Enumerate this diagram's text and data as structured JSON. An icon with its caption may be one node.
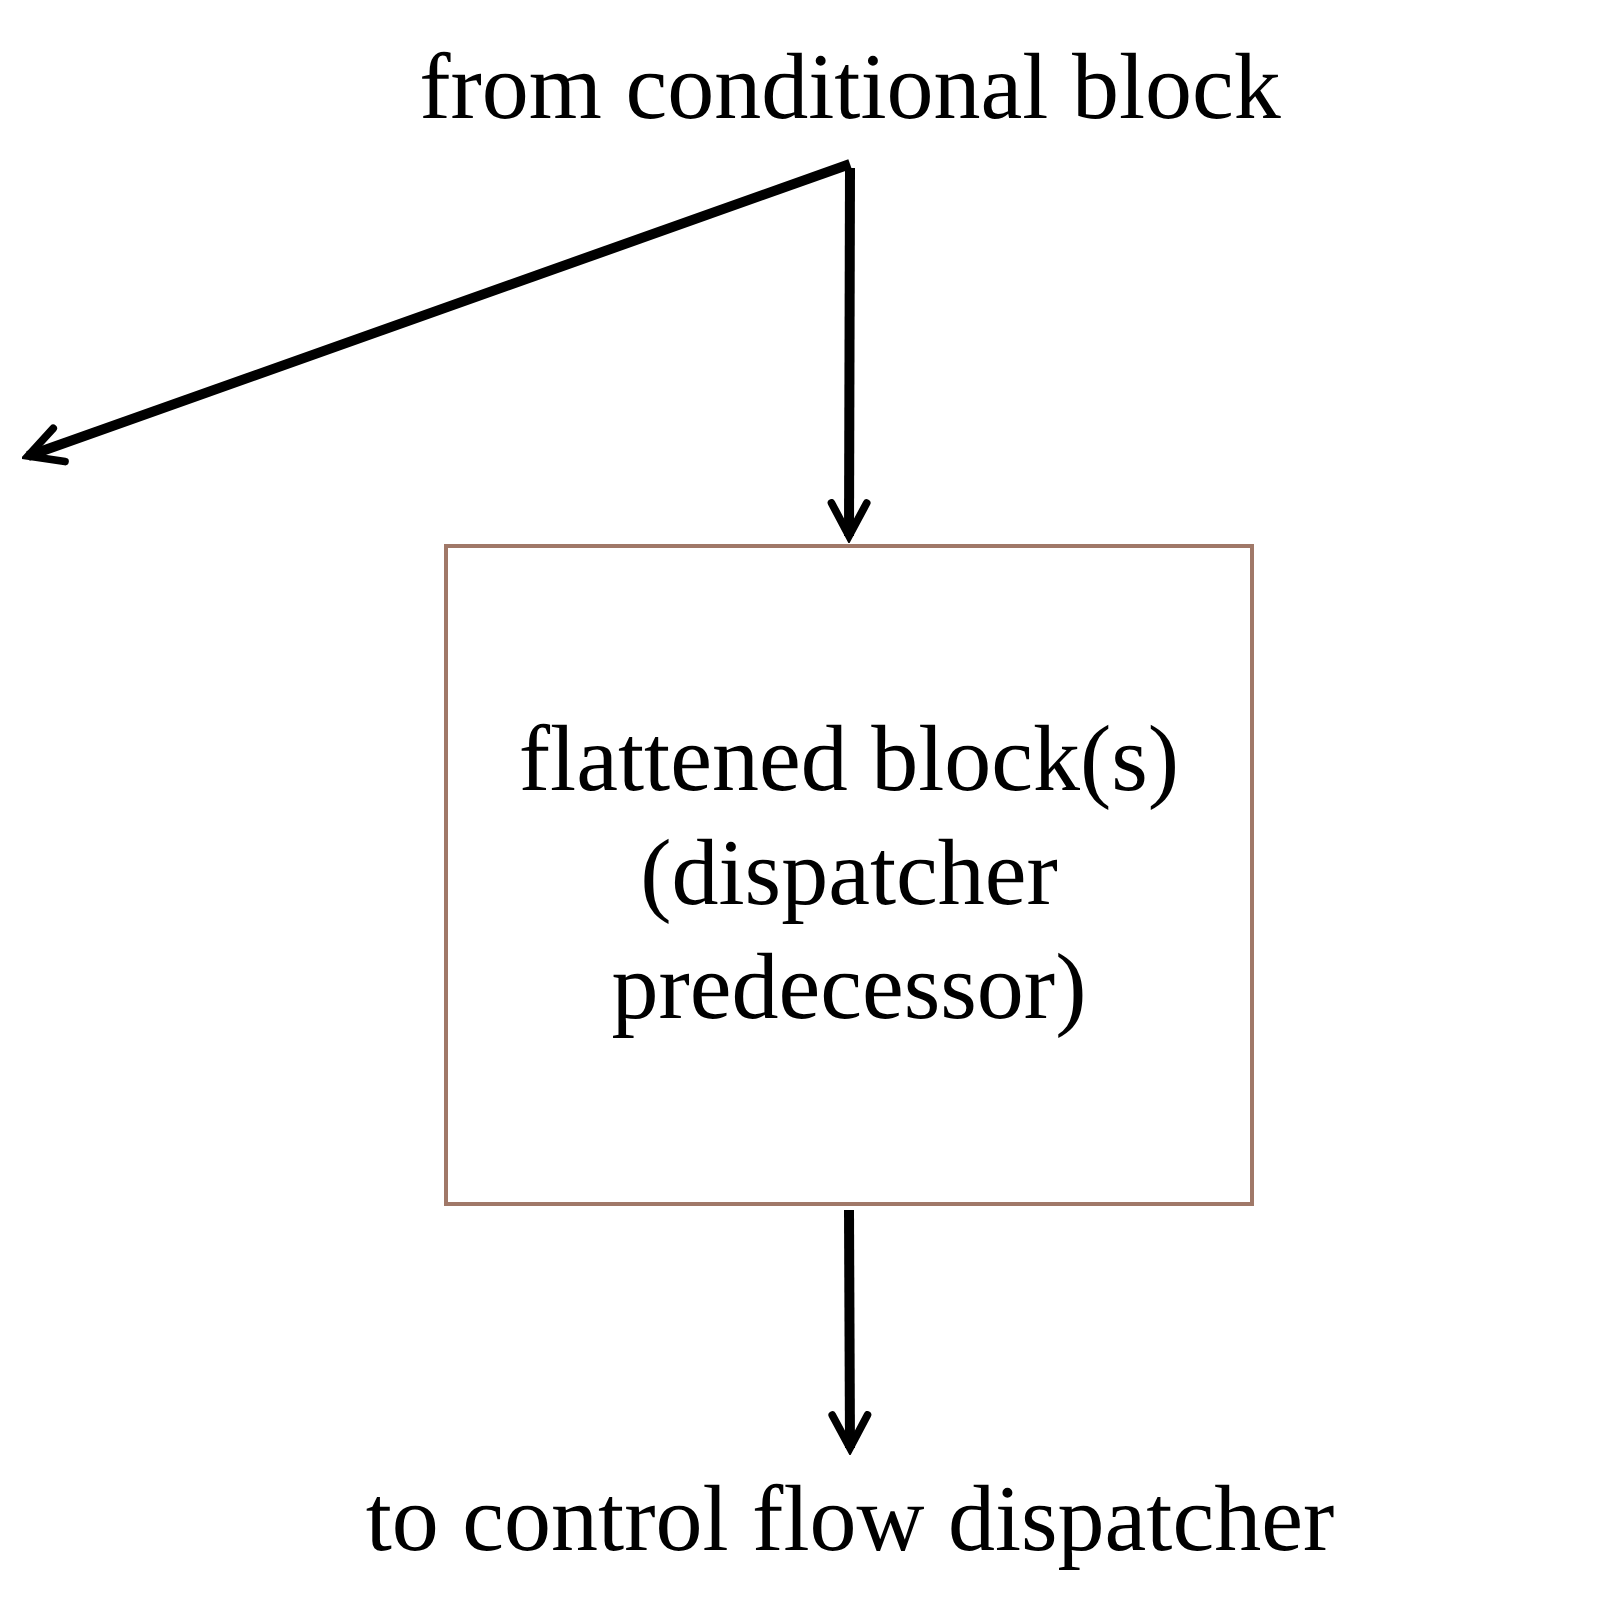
{
  "diagram": {
    "nodes": [
      {
        "text": [
          "from conditional block"
        ]
      },
      {
        "text": [
          "flattened block(s) (dispatcher predecessor)"
        ]
      },
      {
        "text": [
          "to control flow dispatcher"
        ]
      }
    ],
    "edges": [
      {
        "from": 0,
        "to": null,
        "arrow": "to"
      },
      {
        "from": 0,
        "to": 1,
        "arrow": "to"
      },
      {
        "from": 1,
        "to": 2,
        "arrow": "to"
      }
    ]
  }
}
